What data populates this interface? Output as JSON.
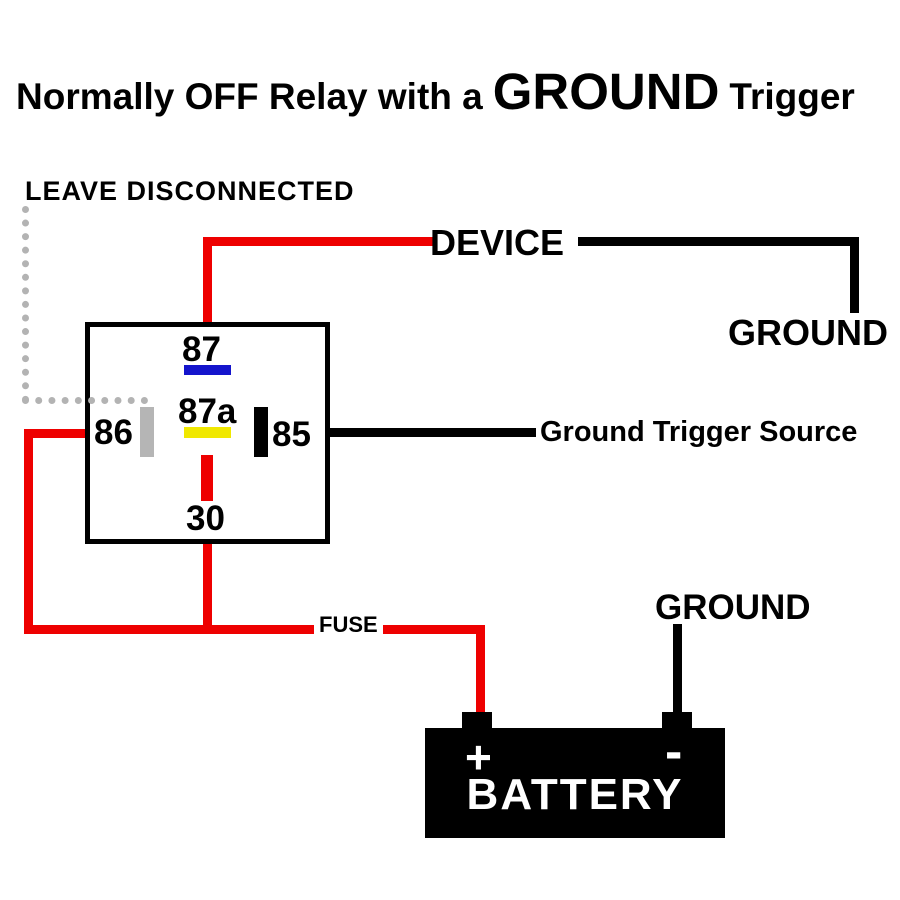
{
  "title": {
    "prefix": "Normally OFF Relay with a",
    "highlight": "GROUND",
    "suffix": "Trigger"
  },
  "labels": {
    "leave_disconnected": "LEAVE DISCONNECTED",
    "device": "DEVICE",
    "ground_top": "GROUND",
    "ground_trigger_source": "Ground Trigger Source",
    "fuse": "FUSE",
    "ground_bottom": "GROUND"
  },
  "relay": {
    "t87": "87",
    "t87a": "87a",
    "t86": "86",
    "t85": "85",
    "t30": "30"
  },
  "battery": {
    "label": "BATTERY",
    "plus": "+",
    "minus": "-"
  },
  "colors": {
    "wire_red": "#ee0000",
    "wire_black": "#000000",
    "bar_blue": "#1414cc",
    "bar_yellow": "#f0e800",
    "bar_gray": "#b5b5b5",
    "dotted_gray": "#b3b3b3"
  }
}
